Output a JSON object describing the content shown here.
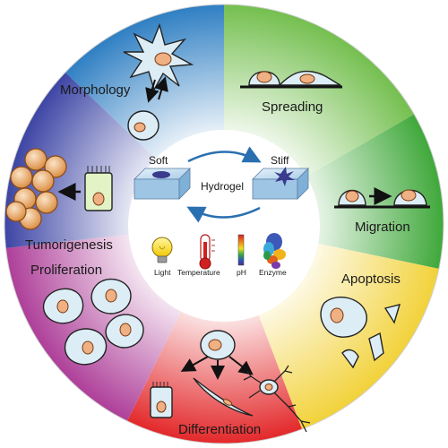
{
  "center": {
    "soft_label": "Soft",
    "stiff_label": "Stiff",
    "hydrogel_label": "Hydrogel",
    "stimuli": [
      {
        "label": "Light",
        "icon": "lightbulb-icon"
      },
      {
        "label": "Temperature",
        "icon": "thermometer-icon"
      },
      {
        "label": "pH",
        "icon": "ph-scale-icon"
      },
      {
        "label": "Enzyme",
        "icon": "enzyme-icon"
      }
    ]
  },
  "segments": [
    {
      "key": "morphology",
      "label": "Morphology",
      "color": "#3b87c8"
    },
    {
      "key": "spreading",
      "label": "Spreading",
      "color": "#7cc05a"
    },
    {
      "key": "migration",
      "label": "Migration",
      "color": "#4aae3c"
    },
    {
      "key": "apoptosis",
      "label": "Apoptosis",
      "color": "#f2d64a"
    },
    {
      "key": "differentiation",
      "label": "Differentiation",
      "color": "#e63a36"
    },
    {
      "key": "proliferation",
      "label": "Proliferation",
      "color": "#b24a9c"
    },
    {
      "key": "tumorigenesis",
      "label": "Tumorigenesis",
      "color": "#4a4aa8"
    }
  ]
}
